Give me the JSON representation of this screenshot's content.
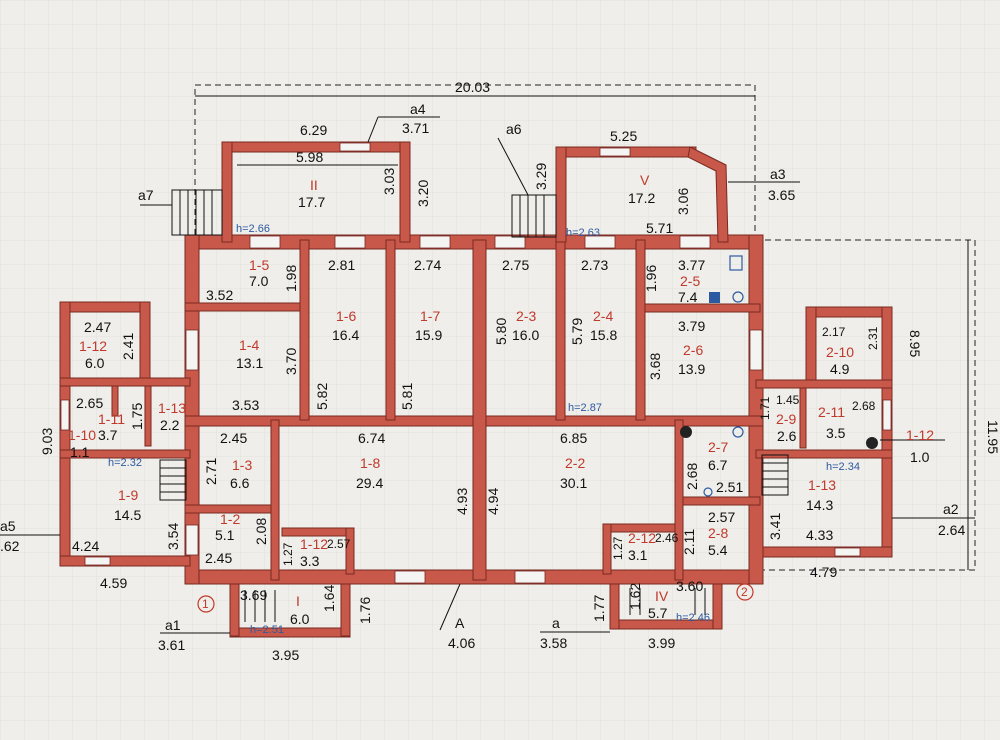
{
  "overall": {
    "width_top": "20.03",
    "height_right": "11.95",
    "depth_left": "9.03",
    "right_top": "8.95"
  },
  "annexes": {
    "a1": {
      "label": "a1",
      "value": "3.61"
    },
    "a2": {
      "label": "a2",
      "value": "2.64"
    },
    "a3": {
      "label": "a3",
      "value": "3.65"
    },
    "a4": {
      "label": "a4",
      "value": "3.71"
    },
    "a5": {
      "label": "a5",
      "value": ".62"
    },
    "a6": {
      "label": "a6"
    },
    "a7": {
      "label": "a7"
    },
    "a": {
      "label": "a",
      "value": "3.58"
    },
    "A": {
      "label": "A",
      "value": "4.06"
    }
  },
  "markers": {
    "m1": "1",
    "m2": "2"
  },
  "rooms": {
    "r_II": {
      "id": "II",
      "area": "17.7"
    },
    "r_V": {
      "id": "V",
      "area": "17.2"
    },
    "r_1_5": {
      "id": "1-5",
      "area": "7.0"
    },
    "r_1_6": {
      "id": "1-6",
      "area": "16.4"
    },
    "r_1_7": {
      "id": "1-7",
      "area": "15.9"
    },
    "r_2_3": {
      "id": "2-3",
      "area": "16.0"
    },
    "r_2_4": {
      "id": "2-4",
      "area": "15.8"
    },
    "r_2_5": {
      "id": "2-5",
      "area": "7.4"
    },
    "r_1_4": {
      "id": "1-4",
      "area": "13.1"
    },
    "r_2_6": {
      "id": "2-6",
      "area": "13.9"
    },
    "r_1_12a": {
      "id": "1-12",
      "area": "6.0"
    },
    "r_1_11": {
      "id": "1-11",
      "area": "3.7"
    },
    "r_1_10": {
      "id": "1-10",
      "area": "1.1"
    },
    "r_1_13a": {
      "id": "1-13",
      "area": "2.2"
    },
    "r_1_9": {
      "id": "1-9",
      "area": "14.5"
    },
    "r_1_3": {
      "id": "1-3",
      "area": "6.6"
    },
    "r_1_2": {
      "id": "1-2",
      "area": "5.1"
    },
    "r_1_12b": {
      "id": "1-12",
      "area": "3.3"
    },
    "r_1_8": {
      "id": "1-8",
      "area": "29.4"
    },
    "r_2_2": {
      "id": "2-2",
      "area": "30.1"
    },
    "r_2_7": {
      "id": "2-7",
      "area": "6.7"
    },
    "r_2_8": {
      "id": "2-8",
      "area": "5.4"
    },
    "r_2_12": {
      "id": "2-12",
      "area": "3.1"
    },
    "r_IV": {
      "id": "IV",
      "area": "5.7"
    },
    "r_I": {
      "id": "I",
      "area": "6.0"
    },
    "r_2_10": {
      "id": "2-10",
      "area": "4.9"
    },
    "r_2_9": {
      "id": "2-9",
      "area": "2.6"
    },
    "r_2_11": {
      "id": "2-11",
      "area": "3.5"
    },
    "r_1_12c": {
      "id": "1-12",
      "area": "1.0"
    },
    "r_1_13b": {
      "id": "1-13",
      "area": "14.3"
    }
  },
  "heights": {
    "h1": "h=2.66",
    "h2": "h=2.63",
    "h3": "h=2.87",
    "h4": "h=2.32",
    "h5": "h=2.34",
    "h6": "h=2.51",
    "h7": "h=2.46"
  },
  "dims": {
    "d629": "6.29",
    "d598": "5.98",
    "d303": "3.03",
    "d320": "3.20",
    "d525": "5.25",
    "d329": "3.29",
    "d306": "3.06",
    "d571": "5.71",
    "d352": "3.52",
    "d198": "1.98",
    "d281": "2.81",
    "d274": "2.74",
    "d275": "2.75",
    "d273": "2.73",
    "d196": "1.96",
    "d377": "3.77",
    "d370": "3.70",
    "d353": "3.53",
    "d582": "5.82",
    "d581": "5.81",
    "d580": "5.80",
    "d579": "5.79",
    "d379": "3.79",
    "d368": "3.68",
    "d247": "2.47",
    "d241": "2.41",
    "d265": "2.65",
    "d175": "1.75",
    "d674": "6.74",
    "d685": "6.85",
    "d245": "2.45",
    "d271": "2.71",
    "d493": "4.93",
    "d494": "4.94",
    "d268": "2.68",
    "d251": "2.51",
    "d354": "3.54",
    "d424": "4.24",
    "d459": "4.59",
    "d208": "2.08",
    "d245b": "2.45",
    "d127": "1.27",
    "d257": "2.57",
    "d211": "2.11",
    "d257b": "2.57",
    "d127b": "1.27",
    "d246": "2.46",
    "d341": "3.41",
    "d433": "4.33",
    "d479": "4.79",
    "d217": "2.17",
    "d231": "2.31",
    "d145": "1.45",
    "d171": "1.71",
    "d268b": "2.68",
    "d369": "3.69",
    "d164": "1.64",
    "d176": "1.76",
    "d395": "3.95",
    "d177": "1.77",
    "d162": "1.62",
    "d360": "3.60",
    "d399": "3.99"
  }
}
